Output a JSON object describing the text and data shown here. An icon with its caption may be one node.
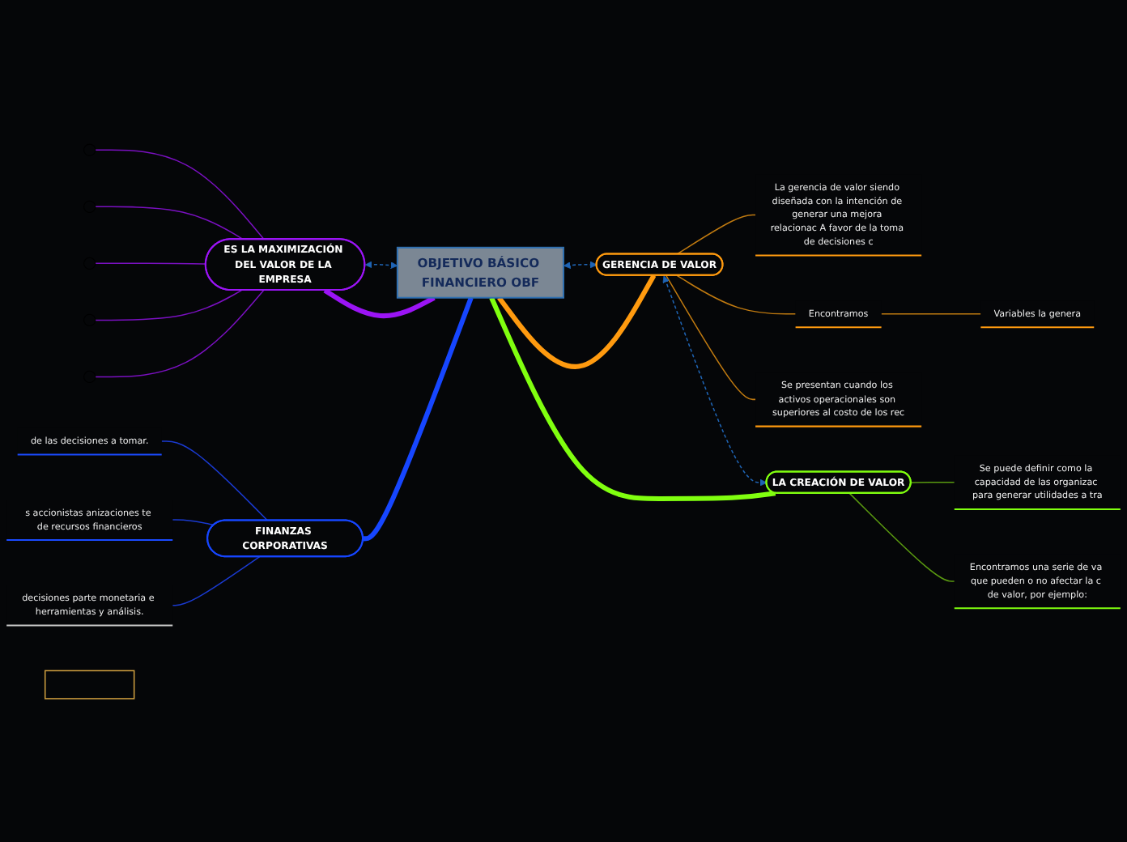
{
  "diagram": {
    "nodes": [
      {
        "text": [
          "OBJETIVO BÁSICO FINANCIERO OBF"
        ]
      },
      {
        "text": [
          "FINANZAS CORPORATIVAS"
        ]
      },
      {
        "text": [
          "decisiones parte monetaria e herramientas y análisis."
        ]
      },
      {
        "text": [
          "s accionistas anizaciones te de recursos financieros"
        ]
      },
      {
        "text": [
          "de las decisiones a tomar."
        ]
      },
      {
        "text": [
          "ES LA MAXIMIZACIÓN DEL VALOR DE LA EMPRESA"
        ]
      },
      {
        "text": [
          "GERENCIA DE VALOR"
        ]
      },
      {
        "text": [
          "La gerencia de valor siendo diseñada con la intención de generar una mejora relacionac A favor de la toma de decisiones c"
        ]
      },
      {
        "text": [
          "Encontramos"
        ]
      },
      {
        "text": [
          "Variables la genera"
        ]
      },
      {
        "text": [
          "Se presentan cuando los activos operacionales son superiores al costo de los rec"
        ]
      },
      {
        "text": [
          "LA CREACIÓN DE VALOR"
        ]
      },
      {
        "text": [
          "Se puede definir como la capacidad de las organizac para generar utilidades a tra"
        ]
      },
      {
        "text": [
          "Encontramos una serie de va que pueden o no afectar la c de valor, por ejemplo:"
        ]
      },
      {
        "text": [],
        "shape": "box"
      }
    ],
    "edges": [
      {
        "from": 1,
        "to": 0,
        "arrow": "none",
        "style": "thick",
        "color": "#1646ff"
      },
      {
        "from": 5,
        "to": 0,
        "arrow": "none",
        "style": "thick",
        "color": "#9b14f5"
      },
      {
        "from": 0,
        "to": 6,
        "arrow": "none",
        "style": "thick",
        "color": "#ff9a0f"
      },
      {
        "from": 0,
        "to": 11,
        "arrow": "none",
        "style": "thick",
        "color": "#80ff0f"
      },
      {
        "from": 2,
        "to": 1,
        "arrow": "none",
        "color": "#1a3ad0"
      },
      {
        "from": 3,
        "to": 1,
        "arrow": "none",
        "color": "#1a3ad0"
      },
      {
        "from": 4,
        "to": 1,
        "arrow": "none",
        "color": "#1a3ad0"
      },
      {
        "from": null,
        "to": 5,
        "arrow": "none",
        "color": "#7a10c0"
      },
      {
        "from": null,
        "to": 5,
        "arrow": "none",
        "color": "#7a10c0"
      },
      {
        "from": null,
        "to": 5,
        "arrow": "none",
        "color": "#7a10c0"
      },
      {
        "from": null,
        "to": 5,
        "arrow": "none",
        "color": "#7a10c0"
      },
      {
        "from": null,
        "to": 5,
        "arrow": "none",
        "color": "#7a10c0"
      },
      {
        "from": 6,
        "to": 7,
        "arrow": "none",
        "color": "#c07a10"
      },
      {
        "from": 6,
        "to": 8,
        "arrow": "none",
        "color": "#c07a10"
      },
      {
        "from": 8,
        "to": 9,
        "arrow": "none",
        "color": "#c07a10"
      },
      {
        "from": 6,
        "to": 10,
        "arrow": "none",
        "color": "#c07a10"
      },
      {
        "from": 11,
        "to": 12,
        "arrow": "none",
        "color": "#5a9a10"
      },
      {
        "from": 11,
        "to": 13,
        "arrow": "none",
        "color": "#5a9a10"
      },
      {
        "from": 5,
        "to": 0,
        "arrow": "both",
        "style": "dashed",
        "color": "#1f64b4"
      },
      {
        "from": 0,
        "to": 6,
        "arrow": "both",
        "style": "dashed",
        "color": "#1f64b4"
      },
      {
        "from": 6,
        "to": 11,
        "arrow": "both",
        "style": "dashed",
        "color": "#1f64b4"
      }
    ]
  }
}
